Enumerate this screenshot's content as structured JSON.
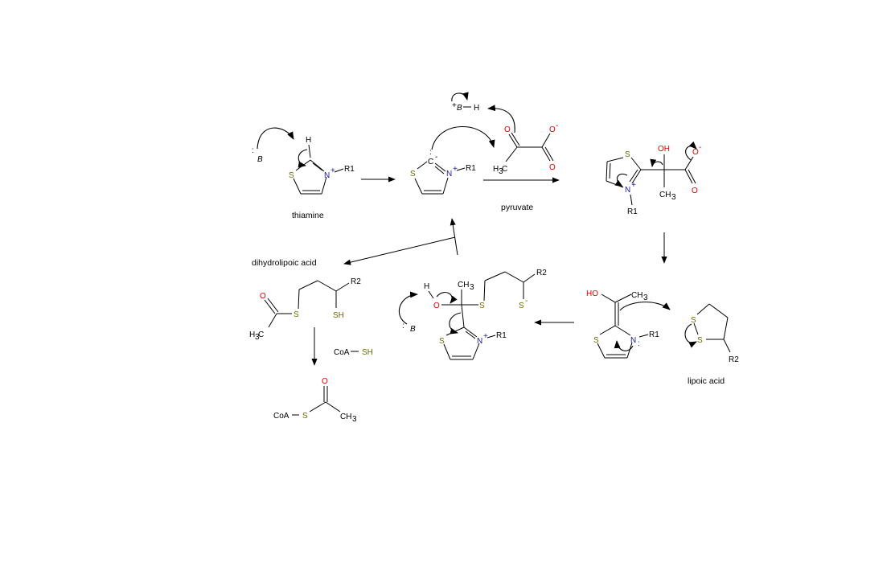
{
  "labels": {
    "thiamine": "thiamine",
    "pyruvate": "pyruvate",
    "dihydrolipoic_acid": "dihydrolipoic acid",
    "lipoic_acid": "lipoic acid"
  },
  "atoms": {
    "S": "S",
    "N": "N",
    "C": "C",
    "O": "O",
    "H": "H",
    "OH": "OH",
    "HO": "HO",
    "SH": "SH",
    "R1": "R1",
    "R2": "R2",
    "CH3": "CH",
    "H3": "H",
    "sub3": "3",
    "B": "B",
    "plus": "+",
    "minus": "-",
    "CoA": "CoA",
    "lone_pair": ":"
  },
  "colors": {
    "sulfur": "#6b6b00",
    "nitrogen": "#1a1a8c",
    "oxygen": "#e00000"
  }
}
